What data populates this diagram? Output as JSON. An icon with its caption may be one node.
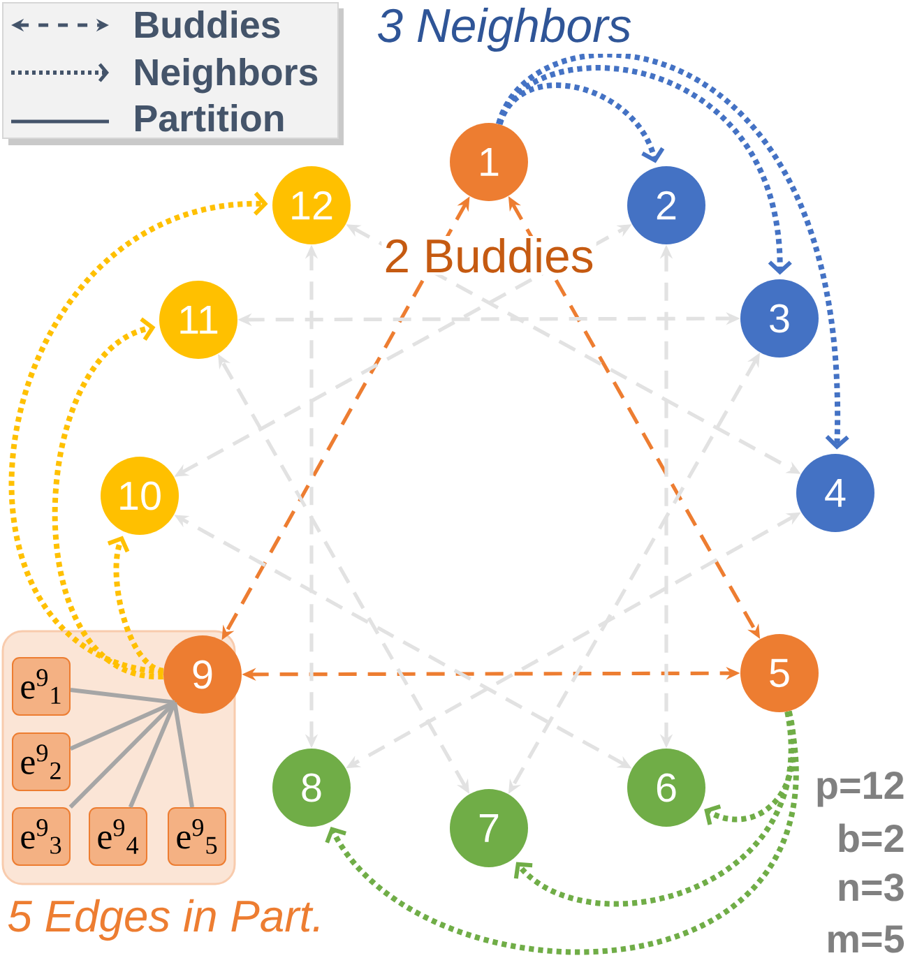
{
  "diagram": {
    "nodes": [
      {
        "text": [
          "1"
        ]
      },
      {
        "text": [
          "2"
        ]
      },
      {
        "text": [
          "3"
        ]
      },
      {
        "text": [
          "4"
        ]
      },
      {
        "text": [
          "5"
        ]
      },
      {
        "text": [
          "6"
        ]
      },
      {
        "text": [
          "7"
        ]
      },
      {
        "text": [
          "8"
        ]
      },
      {
        "text": [
          "9"
        ]
      },
      {
        "text": [
          "10"
        ]
      },
      {
        "text": [
          "11"
        ]
      },
      {
        "text": [
          "12"
        ]
      },
      {
        "text": [
          "5 Edges in Part."
        ]
      },
      {
        "text": [
          "e$^{9}$$_{1}$"
        ],
        "in": 12
      },
      {
        "text": [
          "e$^{9}$$_{2}$"
        ],
        "in": 12
      },
      {
        "text": [
          "e$^{9}$$_{3}$"
        ],
        "in": 12
      },
      {
        "text": [
          "e$^{9}$$_{4}$"
        ],
        "in": 12
      },
      {
        "text": [
          "e$^{9}$$_{5}$"
        ],
        "in": 12
      }
    ],
    "edges": [
      {
        "from": 0,
        "to": 8,
        "arrow": "both",
        "style": "dashed",
        "color": "#ed7d31"
      },
      {
        "from": 0,
        "to": 4,
        "arrow": "both",
        "style": "dashed",
        "color": "#ed7d31"
      },
      {
        "from": 8,
        "to": 4,
        "arrow": "both",
        "style": "dashed",
        "color": "#ed7d31"
      },
      {
        "from": 1,
        "to": 5,
        "arrow": "both",
        "style": "dashed",
        "color": "#e2e2e2"
      },
      {
        "from": 5,
        "to": 9,
        "arrow": "both",
        "style": "dashed",
        "color": "#e2e2e2"
      },
      {
        "from": 9,
        "to": 1,
        "arrow": "both",
        "style": "dashed",
        "color": "#e2e2e2"
      },
      {
        "from": 2,
        "to": 6,
        "arrow": "both",
        "style": "dashed",
        "color": "#e2e2e2"
      },
      {
        "from": 6,
        "to": 10,
        "arrow": "both",
        "style": "dashed",
        "color": "#e2e2e2"
      },
      {
        "from": 10,
        "to": 2,
        "arrow": "both",
        "style": "dashed",
        "color": "#e2e2e2"
      },
      {
        "from": 3,
        "to": 7,
        "arrow": "both",
        "style": "dashed",
        "color": "#e2e2e2"
      },
      {
        "from": 7,
        "to": 11,
        "arrow": "both",
        "style": "dashed",
        "color": "#e2e2e2"
      },
      {
        "from": 11,
        "to": 3,
        "arrow": "both",
        "style": "dashed",
        "color": "#e2e2e2"
      },
      {
        "from": 0,
        "to": 1,
        "arrow": "to",
        "style": "dashed",
        "color": "#4472c4"
      },
      {
        "from": 0,
        "to": 2,
        "arrow": "to",
        "style": "dashed",
        "color": "#4472c4"
      },
      {
        "from": 0,
        "to": 3,
        "arrow": "to",
        "style": "dashed",
        "color": "#4472c4"
      },
      {
        "from": 8,
        "to": 9,
        "arrow": "to",
        "style": "dashed",
        "color": "#ffc000"
      },
      {
        "from": 8,
        "to": 10,
        "arrow": "to",
        "style": "dashed",
        "color": "#ffc000"
      },
      {
        "from": 8,
        "to": 11,
        "arrow": "to",
        "style": "dashed",
        "color": "#ffc000"
      },
      {
        "from": 4,
        "to": 5,
        "arrow": "to",
        "style": "dashed",
        "color": "#70ad47"
      },
      {
        "from": 4,
        "to": 6,
        "arrow": "to",
        "style": "dashed",
        "color": "#70ad47"
      },
      {
        "from": 4,
        "to": 7,
        "arrow": "to",
        "style": "dashed",
        "color": "#70ad47"
      },
      {
        "from": 8,
        "to": 13,
        "arrow": "none",
        "color": "#a6a6a6"
      },
      {
        "from": 8,
        "to": 14,
        "arrow": "none",
        "color": "#a6a6a6"
      },
      {
        "from": 8,
        "to": 15,
        "arrow": "none",
        "color": "#a6a6a6"
      },
      {
        "from": 8,
        "to": 16,
        "arrow": "none",
        "color": "#a6a6a6"
      },
      {
        "from": 8,
        "to": 17,
        "arrow": "none",
        "color": "#a6a6a6"
      }
    ],
    "labels": [
      "3 Neighbors",
      "2 Buddies",
      "p=12",
      "b=2",
      "n=3",
      "m=5"
    ],
    "legend": [
      {
        "text": "Buddies"
      },
      {
        "text": "Neighbors"
      },
      {
        "text": "Partition"
      }
    ]
  }
}
